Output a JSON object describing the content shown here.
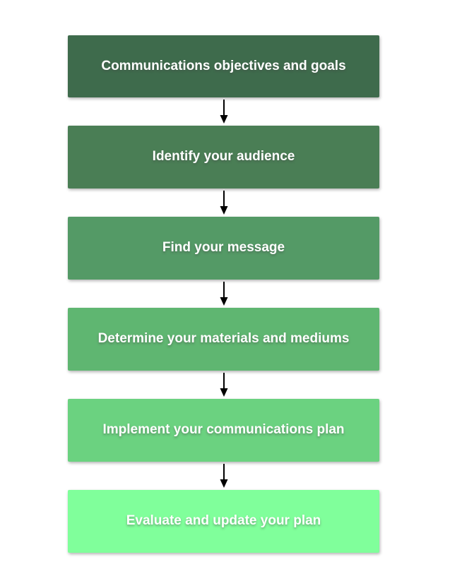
{
  "diagram": {
    "type": "flowchart",
    "direction": "top-to-bottom",
    "background": "#FFFFFF",
    "text_color": "#FFFFFF",
    "arrow_color": "#000000",
    "steps": [
      {
        "label": "Communications objectives and goals",
        "color": "#3E6B4C"
      },
      {
        "label": "Identify your audience",
        "color": "#4A7E55"
      },
      {
        "label": "Find your message",
        "color": "#549A66"
      },
      {
        "label": "Determine your materials and mediums",
        "color": "#5FB671"
      },
      {
        "label": "Implement your communications plan",
        "color": "#6BD280"
      },
      {
        "label": "Evaluate and update your plan",
        "color": "#80FF9B"
      }
    ]
  }
}
